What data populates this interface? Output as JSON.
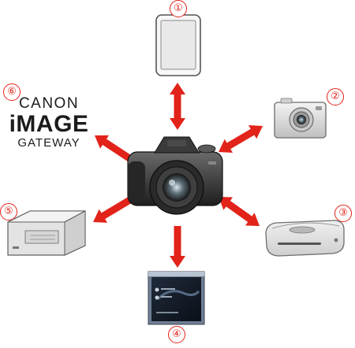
{
  "diagram": {
    "devices": [
      {
        "number": "①",
        "icon": "smartphone-icon"
      },
      {
        "number": "②",
        "icon": "compact-camera-icon"
      },
      {
        "number": "③",
        "icon": "connect-station-icon"
      },
      {
        "number": "④",
        "icon": "computer-screen-icon"
      },
      {
        "number": "⑤",
        "icon": "printer-icon"
      },
      {
        "number": "⑥",
        "icon": "image-gateway-logo"
      }
    ],
    "gateway_logo": {
      "line1": "CANON",
      "line2": "iMAGE",
      "line3": "GATEWAY"
    },
    "center_icon": "dslr-camera-icon",
    "colors": {
      "arrow": "#e2231a",
      "number": "#e2231a"
    }
  }
}
